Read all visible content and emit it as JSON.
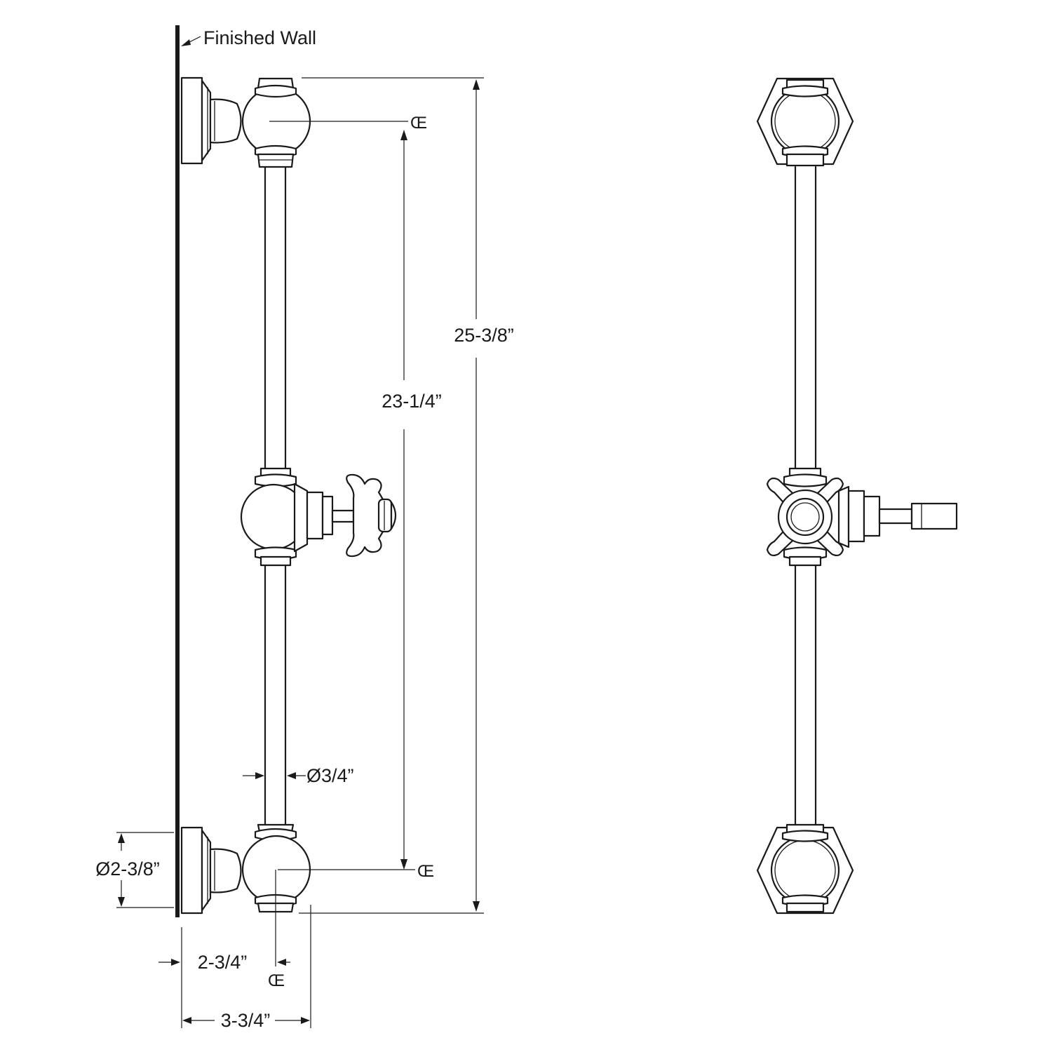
{
  "labels": {
    "finished_wall": "Finished Wall",
    "overall_height": "25-3/8”",
    "center_to_center": "23-1/4”",
    "bar_diameter": "Ø3/4”",
    "flange_diameter": "Ø2-3/8”",
    "wall_to_center": "2-3/4”",
    "overall_projection": "3-3/4”",
    "centerline": "Œ"
  }
}
